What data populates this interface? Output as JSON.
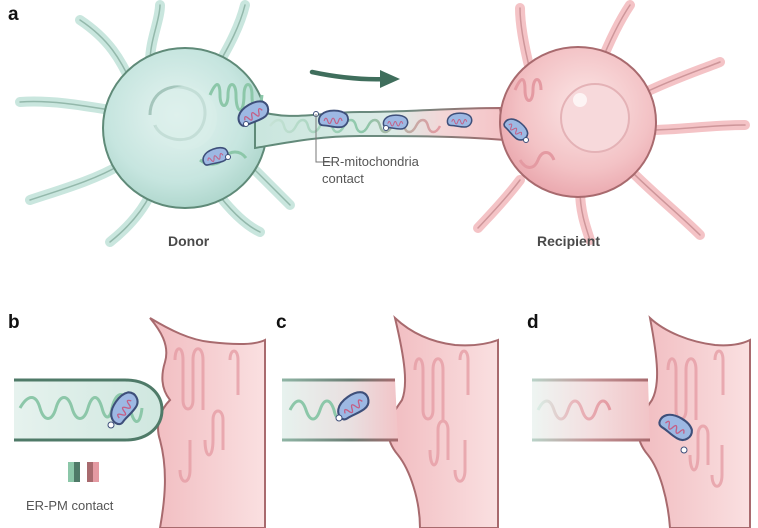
{
  "panels": {
    "a": {
      "letter": "a",
      "donor_label": "Donor",
      "recipient_label": "Recipient",
      "contact_label_line1": "ER-mitochondria",
      "contact_label_line2": "contact"
    },
    "b": {
      "letter": "b",
      "legend_label": "ER-PM contact"
    },
    "c": {
      "letter": "c"
    },
    "d": {
      "letter": "d"
    }
  },
  "colors": {
    "donor_fill": "#c9e6de",
    "donor_stroke": "#5f8a78",
    "recipient_fill": "#f4c3c6",
    "recipient_stroke": "#a86a6e",
    "er_green": "#8cc7a9",
    "er_pink": "#e49aa2",
    "mito_fill": "#9db8e3",
    "mito_stroke": "#3e4f7a",
    "arrow": "#3f6e5c"
  }
}
